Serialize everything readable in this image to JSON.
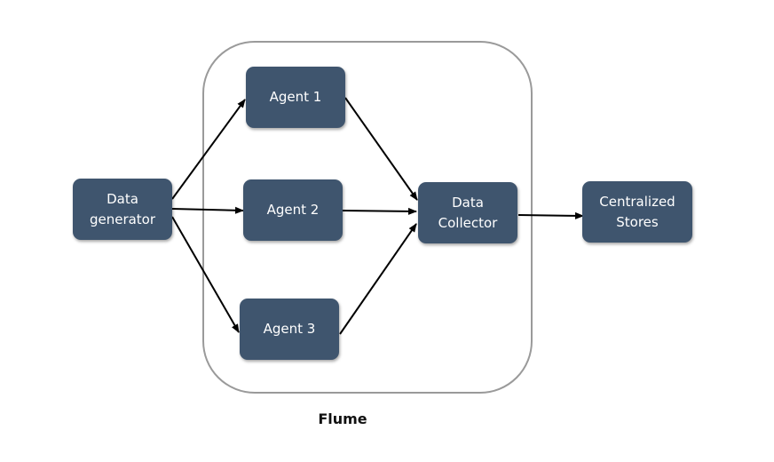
{
  "colors": {
    "node_fill": "#3f556e",
    "node_text": "#ffffff",
    "container_stroke": "#9a9a9a",
    "arrow": "#000000"
  },
  "container": {
    "label": "Flume"
  },
  "nodes": {
    "data_generator": {
      "line1": "Data",
      "line2": "generator"
    },
    "agent_1": {
      "label": "Agent 1"
    },
    "agent_2": {
      "label": "Agent 2"
    },
    "agent_3": {
      "label": "Agent 3"
    },
    "data_collector": {
      "line1": "Data",
      "line2": "Collector"
    },
    "centralized_stores": {
      "line1": "Centralized",
      "line2": "Stores"
    }
  },
  "edges": [
    {
      "from": "Data generator",
      "to": "Agent 1"
    },
    {
      "from": "Data generator",
      "to": "Agent 2"
    },
    {
      "from": "Data generator",
      "to": "Agent 3"
    },
    {
      "from": "Agent 1",
      "to": "Data Collector"
    },
    {
      "from": "Agent 2",
      "to": "Data Collector"
    },
    {
      "from": "Agent 3",
      "to": "Data Collector"
    },
    {
      "from": "Data Collector",
      "to": "Centralized Stores"
    }
  ]
}
